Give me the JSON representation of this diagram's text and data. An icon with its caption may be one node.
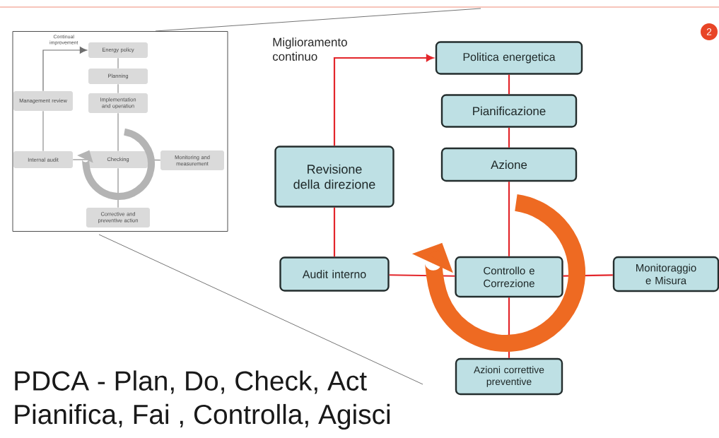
{
  "diagram": {
    "nodes": [
      {
        "text": [],
        "shape": "box"
      },
      {
        "text": [
          "Energy policy"
        ],
        "in": 0
      },
      {
        "text": [
          "Planning"
        ],
        "in": 0
      },
      {
        "text": [
          "Implementation and operation"
        ],
        "in": 0
      },
      {
        "text": [
          "Management review"
        ],
        "in": 0
      },
      {
        "text": [
          "Internal audit"
        ],
        "in": 0
      },
      {
        "text": [
          "Checking"
        ],
        "in": 0
      },
      {
        "text": [
          "Monitoring and measurement"
        ],
        "in": 0
      },
      {
        "text": [
          "Corrective and preventive action"
        ],
        "in": 0
      },
      {
        "text": [
          "Politica energetica"
        ]
      },
      {
        "text": [
          "Pianificazione"
        ]
      },
      {
        "text": [
          "Azione"
        ]
      },
      {
        "text": [
          "Revisione della direzione"
        ]
      },
      {
        "text": [
          "Audit interno"
        ]
      },
      {
        "text": [
          "Controllo e Correzione"
        ]
      },
      {
        "text": [
          "Monitoraggio e Misura"
        ]
      },
      {
        "text": [
          "Azioni correttive preventive"
        ]
      }
    ],
    "edges": [
      {
        "from": 4,
        "to": 1,
        "arrow": "to",
        "label": "Continual improvement",
        "color": "#6e6e6e"
      },
      {
        "from": 1,
        "to": 2,
        "arrow": "none",
        "color": "#8c8c8c"
      },
      {
        "from": 2,
        "to": 3,
        "arrow": "none",
        "color": "#8c8c8c"
      },
      {
        "from": 3,
        "to": 6,
        "arrow": "none",
        "color": "#8c8c8c"
      },
      {
        "from": 5,
        "to": 4,
        "arrow": "none",
        "color": "#8c8c8c"
      },
      {
        "from": 5,
        "to": 6,
        "arrow": "none",
        "color": "#8c8c8c"
      },
      {
        "from": 6,
        "to": 7,
        "arrow": "none",
        "color": "#8c8c8c"
      },
      {
        "from": 6,
        "to": 8,
        "arrow": "none",
        "color": "#8c8c8c"
      },
      {
        "from": 12,
        "to": 9,
        "arrow": "to",
        "label": "Miglioramento continuo",
        "color": "#e3262b"
      },
      {
        "from": 9,
        "to": 10,
        "arrow": "none",
        "color": "#e3262b"
      },
      {
        "from": 10,
        "to": 11,
        "arrow": "none",
        "color": "#e3262b"
      },
      {
        "from": 11,
        "to": 14,
        "arrow": "none",
        "color": "#e3262b"
      },
      {
        "from": 13,
        "to": 12,
        "arrow": "none",
        "color": "#e3262b"
      },
      {
        "from": 13,
        "to": 14,
        "arrow": "none",
        "color": "#e3262b"
      },
      {
        "from": 14,
        "to": 15,
        "arrow": "none",
        "color": "#e3262b"
      },
      {
        "from": 14,
        "to": 16,
        "arrow": "none",
        "color": "#e3262b"
      }
    ],
    "labels": [
      "2",
      "PDCA - Plan, Do, Check, Act",
      "Pianifica, Fai , Controlla, Agisci"
    ]
  }
}
